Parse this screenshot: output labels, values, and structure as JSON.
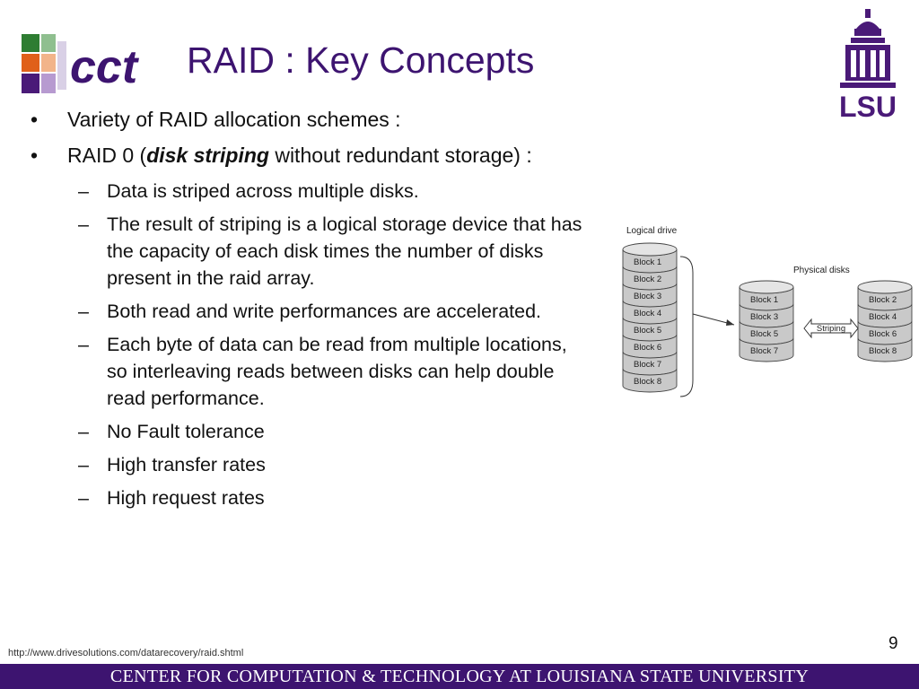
{
  "title": "RAID : Key Concepts",
  "logo_cct_text": "cct",
  "logo_lsu_text": "LSU",
  "bullets": [
    {
      "text": "Variety of RAID allocation schemes :"
    },
    {
      "text_before": "RAID 0 (",
      "emphasis": "disk striping",
      "text_after": " without redundant storage) :"
    }
  ],
  "subbullets": [
    "Data is striped across multiple disks.",
    "The result of striping is a logical storage device that has the capacity of each disk times the number of disks present in the raid array.",
    "Both read and write performances are accelerated.",
    "Each byte of data can be read from multiple locations, so interleaving reads between disks can help double read performance.",
    "No Fault tolerance",
    "High transfer rates",
    "High request rates"
  ],
  "bullet_mark": "•",
  "sub_mark": "–",
  "diagram": {
    "logical_label": "Logical drive",
    "physical_label": "Physical disks",
    "striping_label": "Striping",
    "logical_blocks": [
      "Block 1",
      "Block 2",
      "Block 3",
      "Block 4",
      "Block 5",
      "Block 6",
      "Block 7",
      "Block 8"
    ],
    "disk_a_blocks": [
      "Block 1",
      "Block 3",
      "Block 5",
      "Block 7"
    ],
    "disk_b_blocks": [
      "Block 2",
      "Block 4",
      "Block 6",
      "Block 8"
    ]
  },
  "source": "http://www.drivesolutions.com/datarecovery/raid.shtml",
  "page_number": "9",
  "footer": "CENTER FOR COMPUTATION & TECHNOLOGY AT LOUISIANA STATE UNIVERSITY",
  "colors": {
    "brand_purple": "#3d1470",
    "cct_green": "#2e7d32",
    "cct_orange": "#e0601a"
  }
}
